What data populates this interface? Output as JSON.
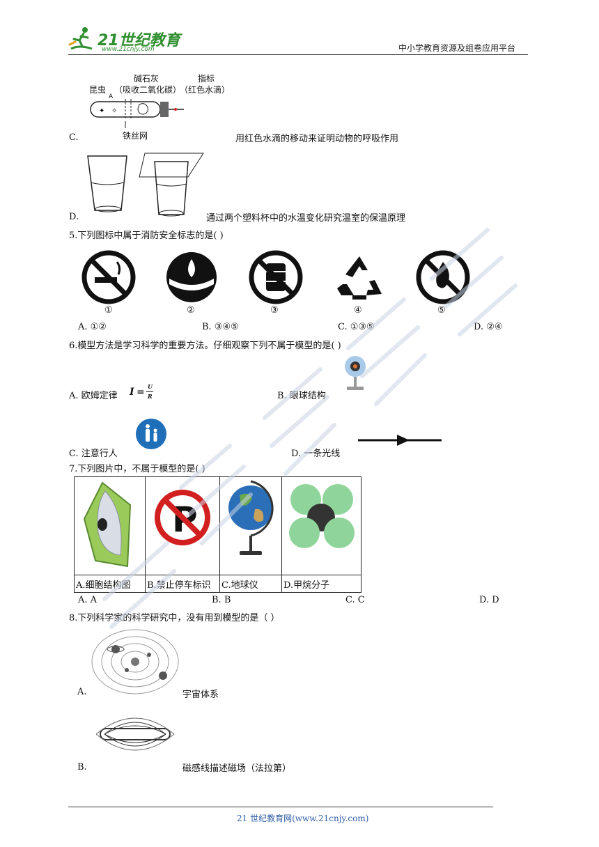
{
  "header": {
    "logo_main": "21世纪教育",
    "logo_sub": "www.21cnjy.com",
    "right_text": "中小学教育资源及组卷应用平台"
  },
  "q4": {
    "c_fig_labels": {
      "insect": "昆虫",
      "a": "A",
      "lime": "碱石灰",
      "lime_note": "（吸收二氧化碳）",
      "indicator": "指标",
      "indicator_note": "（红色水滴）",
      "mesh": "铁丝网"
    },
    "c_label": "C.",
    "c_text": "用红色水滴的移动来证明动物的呼吸作用",
    "d_label": "D.",
    "d_text": "通过两个塑料杯中的水温变化研究温室的保温原理"
  },
  "q5": {
    "stem": "5.下列图标中属于消防安全标志的是(     )",
    "numbers": [
      "①",
      "②",
      "③",
      "④",
      "⑤"
    ],
    "options": [
      "A. ①②",
      "B. ③④⑤",
      "C. ①③⑤",
      "D. ②④"
    ]
  },
  "q6": {
    "stem": "6.模型方法是学习科学的重要方法。仔细观察下列不属于模型的是(     )",
    "a": "A. 欧姆定律",
    "formula_i": "I",
    "formula_eq": "=",
    "formula_u": "U",
    "formula_r": "R",
    "b": "B. 眼球结构",
    "c": "C. 注意行人",
    "d": "D. 一条光线"
  },
  "q7": {
    "stem": "7.下列图片中，不属于模型的是(     )",
    "captions": [
      "A.细胞结构图",
      "B.禁止停车标识",
      "C.地球仪",
      "D.甲烷分子"
    ],
    "options": [
      "A. A",
      "B. B",
      "C. C",
      "D. D"
    ]
  },
  "q8": {
    "stem": "8.下列科学家的科学研究中，没有用到模型的是（     ）",
    "a_label": "A.",
    "a_text": "宇宙体系",
    "b_label": "B.",
    "b_text": "磁感线描述磁场（法拉第）"
  },
  "footer": {
    "text": "21 世纪教育网(www.21cnjy.com)"
  },
  "colors": {
    "logo_green": "#2f8f2f",
    "footer_blue": "#2f5ea8",
    "watermark": "#c9d3e3",
    "sign_red": "#d21f1f",
    "sign_blue": "#1f6fb8",
    "cell_green": "#9acb5a",
    "molecule_green": "#8fd49a"
  }
}
